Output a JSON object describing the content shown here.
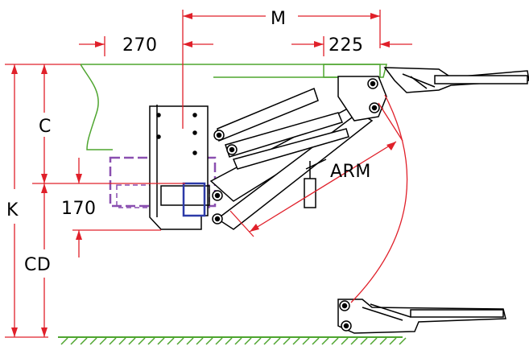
{
  "colors": {
    "dimension": "#e0202a",
    "outline": "#000000",
    "green": "#4ea52f",
    "purple": "#8a4fb0",
    "blue": "#2c3aa8",
    "ground": "#4ea52f"
  },
  "labels": {
    "m": "M",
    "w270": "270",
    "w225": "225",
    "c": "C",
    "k": "K",
    "h170": "170",
    "cd": "CD",
    "arm": "ARM"
  },
  "icons": {
    "ground": "ground-hatch"
  }
}
